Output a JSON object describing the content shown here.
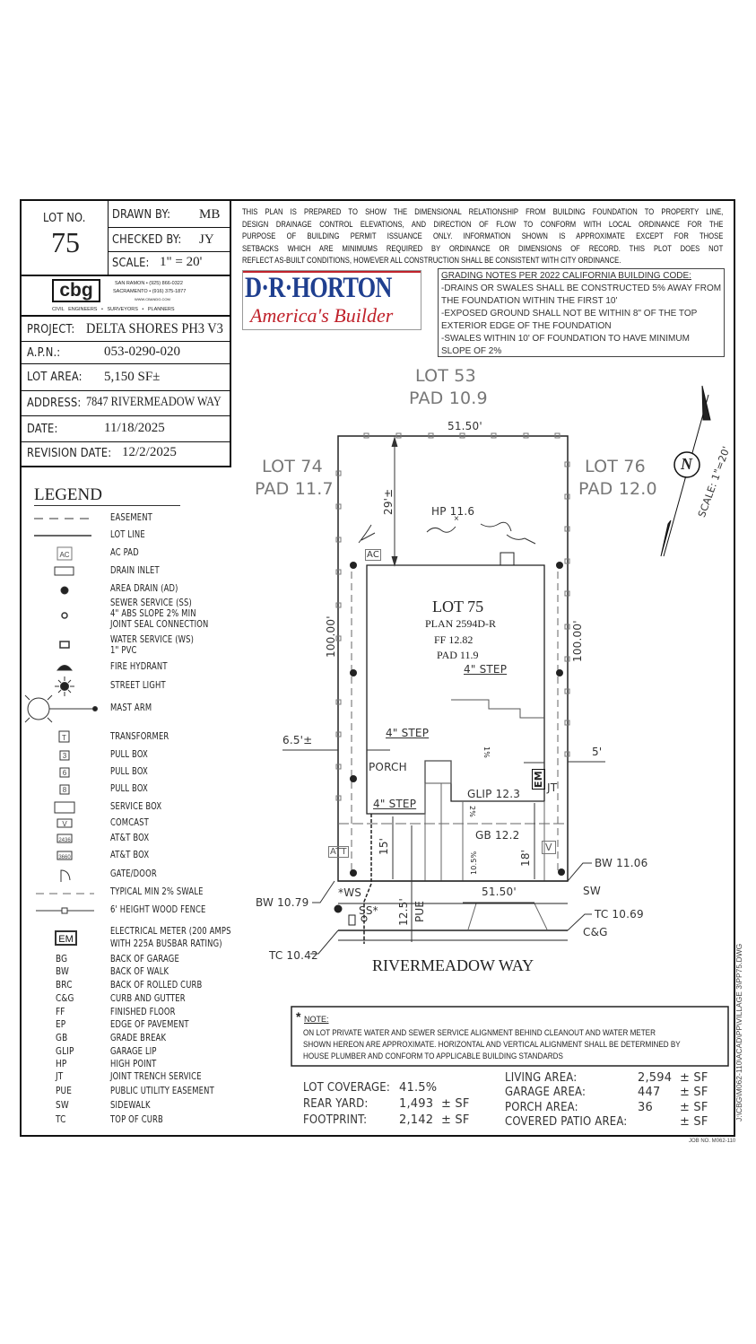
{
  "title_block": {
    "lot_no_label": "LOT NO.",
    "lot_no": "75",
    "drawn_by_label": "DRAWN BY:",
    "drawn_by": "MB",
    "checked_by_label": "CHECKED BY:",
    "checked_by": "JY",
    "scale_label": "SCALE:",
    "scale": "1\" = 20'",
    "project_label": "PROJECT:",
    "project": "DELTA SHORES PH3 V3",
    "apn_label": "A.P.N.:",
    "apn": "053-0290-020",
    "lot_area_label": "LOT AREA:",
    "lot_area": "5,150 SF±",
    "address_label": "ADDRESS:",
    "address": "7847 RIVERMEADOW WAY",
    "date_label": "DATE:",
    "date": "11/18/2025",
    "revision_label": "REVISION DATE:",
    "revision_date": "12/2/2025"
  },
  "cbg_logo": {
    "mark": "cbg",
    "office1": "SAN RAMON  •  (925) 866-0322",
    "office2": "SACRAMENTO  •  (916) 375-1877",
    "web": "WWW.CBANDG.COM",
    "disciplines": "CIVIL ENGINEERS  •  SURVEYORS  •  PLANNERS"
  },
  "disclaimer": [
    "THIS PLAN IS PREPARED TO SHOW THE DIMENSIONAL RELATIONSHIP FROM BUILDING FOUNDATION TO PROPERTY LINE,",
    "DESIGN DRAINAGE CONTROL ELEVATIONS, AND DIRECTION OF FLOW TO CONFORM WITH LOCAL ORDINANCE FOR THE",
    "PURPOSE OF BUILDING PERMIT ISSUANCE ONLY. INFORMATION SHOWN IS APPROXIMATE EXCEPT FOR THOSE",
    "SETBACKS WHICH ARE MINIMUMS REQUIRED BY ORDINANCE OR DIMENSIONS OF RECORD. THIS PLOT DOES NOT",
    "REFLECT AS-BUILT CONDITIONS, HOWEVER ALL CONSTRUCTION SHALL BE CONSISTENT WITH CITY ORDINANCE."
  ],
  "builder_logo": {
    "name": "D·R·HORTON",
    "tagline": "America's Builder",
    "primary_color": "#1f3f8f",
    "accent_color": "#c0222b"
  },
  "grading_notes": {
    "title": "GRADING NOTES PER 2022 CALIFORNIA BUILDING CODE:",
    "lines": [
      "-DRAINS OR SWALES SHALL BE CONSTRUCTED 5% AWAY FROM",
      "THE FOUNDATION WITHIN THE FIRST 10'",
      "-EXPOSED GROUND SHALL NOT BE WITHIN 8\" OF THE TOP",
      "EXTERIOR EDGE OF THE FOUNDATION",
      "-SWALES WITHIN 10' OF FOUNDATION TO HAVE MINIMUM",
      "SLOPE OF 2%"
    ]
  },
  "legend": {
    "title": "LEGEND",
    "symbols": [
      {
        "icon": "easement-line",
        "label": "EASEMENT"
      },
      {
        "icon": "lot-line",
        "label": "LOT LINE"
      },
      {
        "icon": "ac-pad",
        "symbol_text": "AC",
        "label": "AC PAD"
      },
      {
        "icon": "drain-inlet",
        "label": "DRAIN INLET"
      },
      {
        "icon": "area-drain",
        "label": "AREA DRAIN (AD)"
      },
      {
        "icon": "sewer-service",
        "label": "SEWER SERVICE (SS)",
        "label2": "4\" ABS SLOPE 2% MIN",
        "label3": "JOINT SEAL CONNECTION"
      },
      {
        "icon": "water-service",
        "label": "WATER SERVICE (WS)",
        "label2": "1\" PVC"
      },
      {
        "icon": "fire-hydrant",
        "label": "FIRE HYDRANT"
      },
      {
        "icon": "street-light",
        "label": "STREET LIGHT"
      },
      {
        "icon": "mast-arm",
        "label": "MAST ARM"
      },
      {
        "icon": "transformer",
        "symbol_text": "T",
        "label": "TRANSFORMER"
      },
      {
        "icon": "pull-box",
        "symbol_text": "3",
        "label": "PULL BOX"
      },
      {
        "icon": "pull-box",
        "symbol_text": "6",
        "label": "PULL BOX"
      },
      {
        "icon": "pull-box",
        "symbol_text": "8",
        "label": "PULL BOX"
      },
      {
        "icon": "service-box",
        "label": "SERVICE BOX"
      },
      {
        "icon": "comcast",
        "symbol_text": "V",
        "label": "COMCAST"
      },
      {
        "icon": "att-box",
        "symbol_text": "2436",
        "label": "AT&T BOX"
      },
      {
        "icon": "att-box",
        "symbol_text": "3660",
        "label": "AT&T BOX"
      },
      {
        "icon": "gate-door",
        "label": "GATE/DOOR"
      },
      {
        "icon": "swale-line",
        "label": "TYPICAL MIN 2% SWALE"
      },
      {
        "icon": "wood-fence",
        "label": "6' HEIGHT WOOD FENCE"
      },
      {
        "icon": "electrical-meter",
        "symbol_text": "EM",
        "label": "ELECTRICAL METER (200 AMPS",
        "label2": "WITH 225A BUSBAR RATING)"
      }
    ],
    "abbreviations": [
      {
        "abbr": "BG",
        "meaning": "BACK OF GARAGE"
      },
      {
        "abbr": "BW",
        "meaning": "BACK OF WALK"
      },
      {
        "abbr": "BRC",
        "meaning": "BACK OF ROLLED CURB"
      },
      {
        "abbr": "C&G",
        "meaning": "CURB AND GUTTER"
      },
      {
        "abbr": "FF",
        "meaning": "FINISHED FLOOR"
      },
      {
        "abbr": "EP",
        "meaning": "EDGE OF PAVEMENT"
      },
      {
        "abbr": "GB",
        "meaning": "GRADE BREAK"
      },
      {
        "abbr": "GLIP",
        "meaning": "GARAGE LIP"
      },
      {
        "abbr": "HP",
        "meaning": "HIGH POINT"
      },
      {
        "abbr": "JT",
        "meaning": "JOINT TRENCH SERVICE"
      },
      {
        "abbr": "PUE",
        "meaning": "PUBLIC UTILITY EASEMENT"
      },
      {
        "abbr": "SW",
        "meaning": "SIDEWALK"
      },
      {
        "abbr": "TC",
        "meaning": "TOP OF CURB"
      }
    ]
  },
  "site_plan": {
    "lot_rear": "LOT 53",
    "lot_rear_pad": "PAD 10.9",
    "lot_left": "LOT 74",
    "lot_left_pad": "PAD 11.7",
    "lot_right": "LOT 76",
    "lot_right_pad": "PAD 12.0",
    "rear_width": "51.50'",
    "front_width": "51.50'",
    "rear_setback": "29'±",
    "high_point": "HP 11.6",
    "ac": "AC",
    "lot_title": "LOT 75",
    "plan": "PLAN 2594D-R",
    "ff": "FF 12.82",
    "pad": "PAD 11.9",
    "depth_left": "100.00'",
    "depth_right": "100.00'",
    "step1": "4\" STEP",
    "step2": "4\" STEP",
    "step3": "4\" STEP",
    "side_left": "6.5'±",
    "side_right": "5'",
    "porch": "PORCH",
    "slope_garage": "1%",
    "slope_drive": "2%",
    "slope_drive2": "10.5%",
    "em": "EM",
    "jt": "JT",
    "glip": "GLIP 12.3",
    "gb": "GB 12.2",
    "att": "ATT",
    "comcast": "V",
    "front_setback": "15'",
    "garage_setback": "18'",
    "bw_right": "BW 11.06",
    "bw_left": "BW 10.79",
    "sw": "SW",
    "ws": "*WS",
    "ss": "SS*",
    "pue_width": "12.5'",
    "pue": "PUE",
    "tc_right": "TC 10.69",
    "cg": "C&G",
    "tc_left": "TC 10.42",
    "street": "RIVERMEADOW WAY",
    "north": "N",
    "scale": "SCALE: 1\"=20'"
  },
  "note": {
    "title": "NOTE:",
    "lines": [
      "ON LOT PRIVATE WATER AND SEWER SERVICE ALIGNMENT BEHIND CLEANOUT AND WATER METER",
      "SHOWN HEREON ARE APPROXIMATE. HORIZONTAL AND VERTICAL ALIGNMENT SHALL BE DETERMINED BY",
      "HOUSE PLUMBER AND CONFORM TO APPLICABLE BUILDING STANDARDS"
    ]
  },
  "stats": {
    "lot_coverage_label": "LOT COVERAGE:",
    "lot_coverage": "41.5%",
    "rear_yard_label": "REAR YARD:",
    "rear_yard": "1,493",
    "footprint_label": "FOOTPRINT:",
    "footprint": "2,142",
    "unit": "± SF",
    "living_label": "LIVING AREA:",
    "living": "2,594",
    "garage_label": "GARAGE AREA:",
    "garage": "447",
    "porch_label": "PORCH AREA:",
    "porch": "36",
    "patio_label": "COVERED PATIO AREA:",
    "patio": ""
  },
  "file_path": "J:\\CBG\\M062-110\\ACAD\\PP\\VILLAGE 3\\PP75.DWG",
  "job_no": "JOB NO. M062-110"
}
